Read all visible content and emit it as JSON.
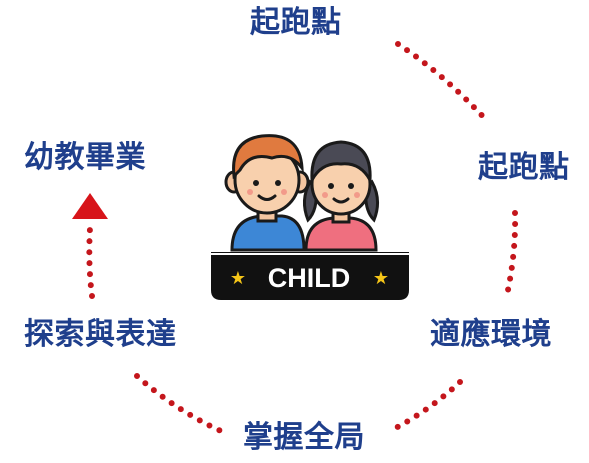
{
  "diagram": {
    "title": "",
    "center_badge": {
      "text": "CHILD",
      "star_glyph": "★"
    },
    "stages": [
      {
        "label": "起跑點"
      },
      {
        "label": "起跑點"
      },
      {
        "label": "適應環境"
      },
      {
        "label": "掌握全局"
      },
      {
        "label": "探索與表達"
      },
      {
        "label": "幼教畢業"
      }
    ],
    "colors": {
      "label": "#1f3f8c",
      "dots": "#c4161c",
      "arrow": "#d7141a",
      "badge": "#111111",
      "star": "#f5c518"
    },
    "icons": [
      "boy-icon",
      "girl-icon"
    ]
  }
}
